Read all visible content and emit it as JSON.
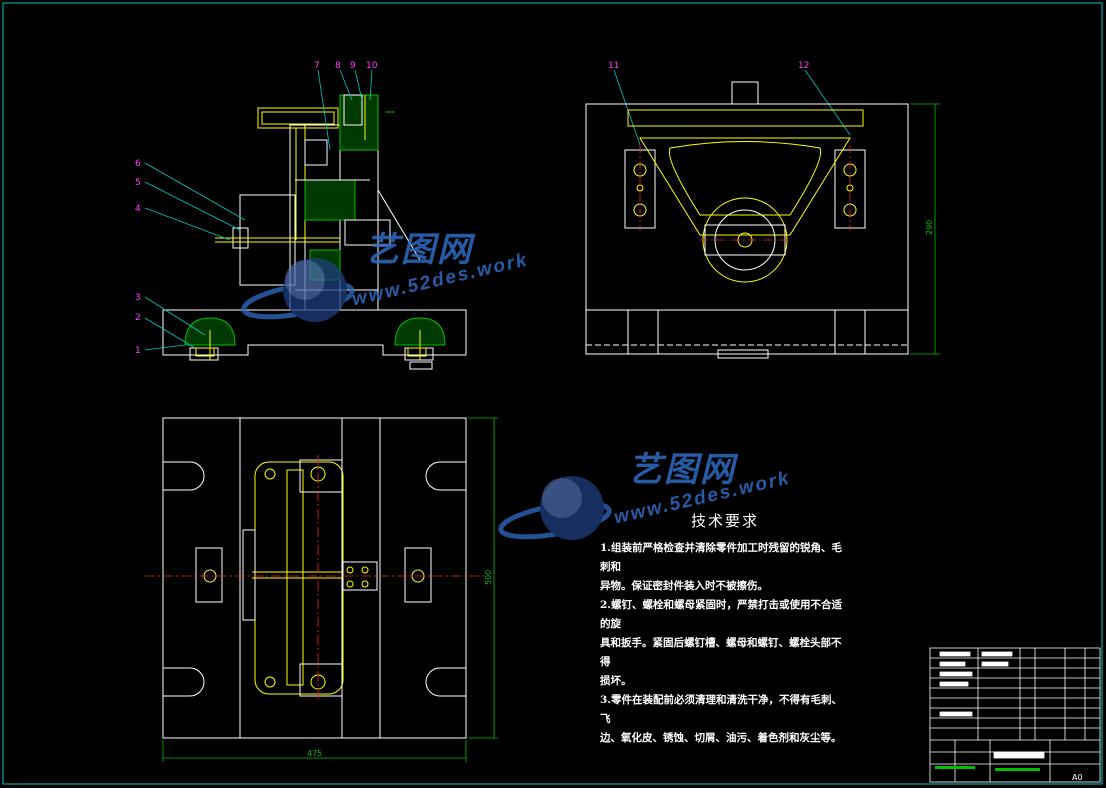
{
  "part_labels": [
    "1",
    "2",
    "3",
    "4",
    "5",
    "6",
    "7",
    "8",
    "9",
    "10",
    "11",
    "12"
  ],
  "dimensions": {
    "height_right": "290",
    "height_plan": "500",
    "width_plan": "475"
  },
  "technical_requirements": {
    "title": "技术要求",
    "items": [
      "1.组装前严格检查并清除零件加工时残留的锐角、毛刺和",
      "异物。保证密封件装入时不被擦伤。",
      "2.螺钉、螺栓和螺母紧固时，严禁打击或使用不合适的旋",
      "具和扳手。紧固后螺钉槽、螺母和螺钉、螺栓头部不得",
      "损坏。",
      "3.零件在装配前必须清理和清洗干净，不得有毛刺、飞",
      "边、氧化皮、锈蚀、切屑、油污、着色剂和灰尘等。"
    ]
  },
  "watermark": {
    "brand": "艺图网",
    "url": "www.52des.work"
  },
  "title_block": {
    "sheet_size": "A0"
  },
  "colors": {
    "background": "#000000",
    "outline": "#ffffff",
    "centerline": "#ff2020",
    "hatch": "#00c000",
    "yellow": "#ffff00",
    "cyan": "#00c8c8",
    "magenta": "#ff40ff",
    "watermark": "#2f6cc4"
  }
}
